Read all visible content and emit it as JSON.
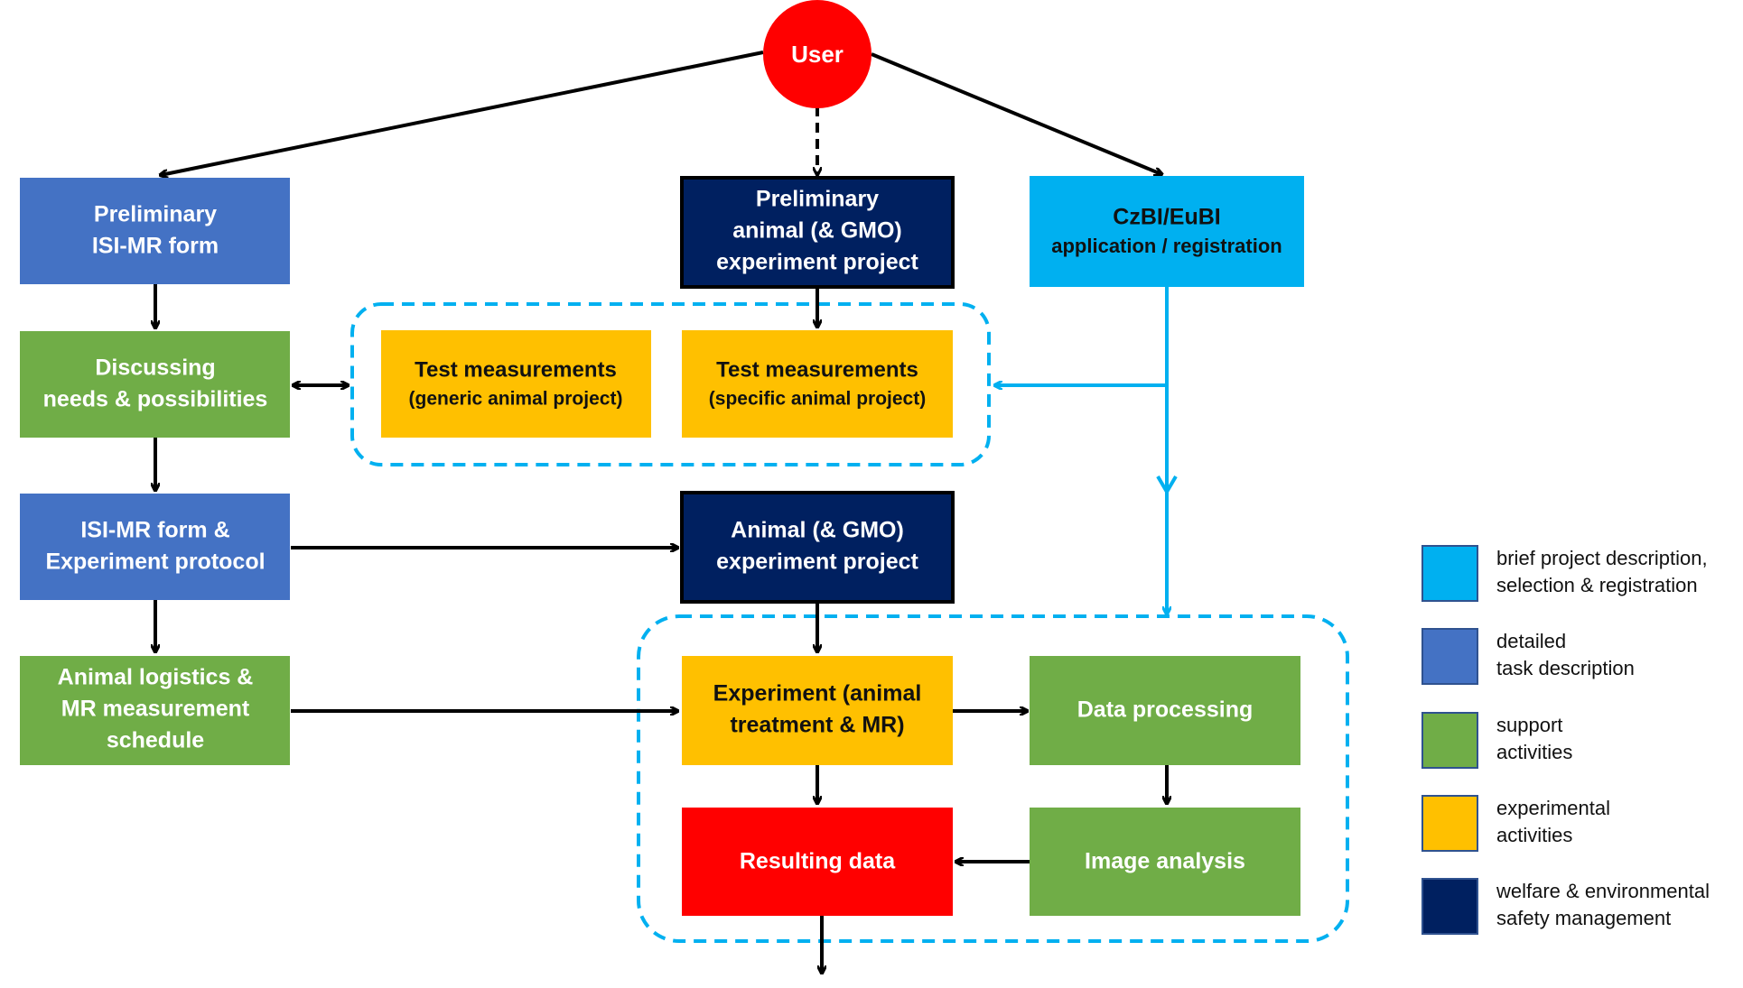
{
  "colors": {
    "light_blue": "#00B0F0",
    "medium_blue": "#4472C4",
    "green": "#70AD47",
    "yellow": "#FFC000",
    "navy": "#002060",
    "red": "#FF0000",
    "arrow_black": "#000000",
    "arrow_blue": "#00B0F0",
    "dashed_region": "#00B0F0"
  },
  "user": {
    "label": "User"
  },
  "nodes": {
    "preliminary_isi_mr_form": {
      "line1": "Preliminary",
      "line2": "ISI-MR form"
    },
    "preliminary_animal_project": {
      "line1": "Preliminary",
      "line2": "animal (& GMO)",
      "line3": "experiment project"
    },
    "czbi_eubi": {
      "line1": "CzBI/EuBI",
      "line2": "application / registration"
    },
    "discussing": {
      "line1": "Discussing",
      "line2": "needs & possibilities"
    },
    "test_generic": {
      "line1": "Test measurements",
      "line2": "(generic animal project)"
    },
    "test_specific": {
      "line1": "Test measurements",
      "line2": "(specific animal project)"
    },
    "isi_mr_form_protocol": {
      "line1": "ISI-MR form &",
      "line2": "Experiment protocol"
    },
    "animal_project": {
      "line1": "Animal (& GMO)",
      "line2": "experiment project"
    },
    "animal_logistics": {
      "line1": "Animal logistics &",
      "line2": "MR measurement",
      "line3": "schedule"
    },
    "experiment": {
      "line1": "Experiment (animal",
      "line2": "treatment & MR)"
    },
    "data_processing": {
      "line1": "Data processing"
    },
    "resulting_data": {
      "line1": "Resulting data"
    },
    "image_analysis": {
      "line1": "Image analysis"
    }
  },
  "legend": [
    {
      "color": "#00B0F0",
      "line1": "brief project description,",
      "line2": "selection & registration"
    },
    {
      "color": "#4472C4",
      "line1": "detailed",
      "line2": "task description"
    },
    {
      "color": "#70AD47",
      "line1": "support",
      "line2": "activities"
    },
    {
      "color": "#FFC000",
      "line1": "experimental",
      "line2": "activities"
    },
    {
      "color": "#002060",
      "line1": "welfare & environmental",
      "line2": "safety management"
    }
  ]
}
